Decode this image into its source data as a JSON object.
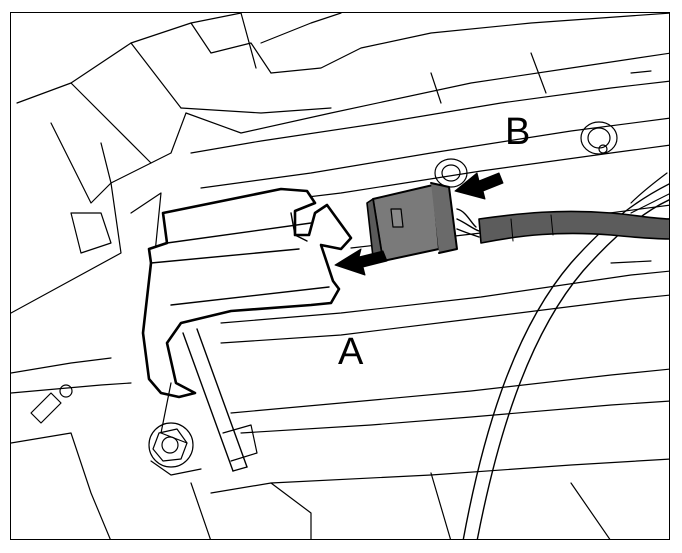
{
  "labels": {
    "a": "A",
    "b": "B"
  },
  "components": {
    "a": "bracket-cover",
    "b": "wiring-connector"
  },
  "colors": {
    "line": "#000000",
    "connector_fill": "#7a7a7a",
    "wire_fill": "#5c5c5c",
    "background": "#ffffff"
  },
  "icons": {
    "arrow_a": "arrow-left-down-icon",
    "arrow_b": "arrow-left-down-icon"
  }
}
